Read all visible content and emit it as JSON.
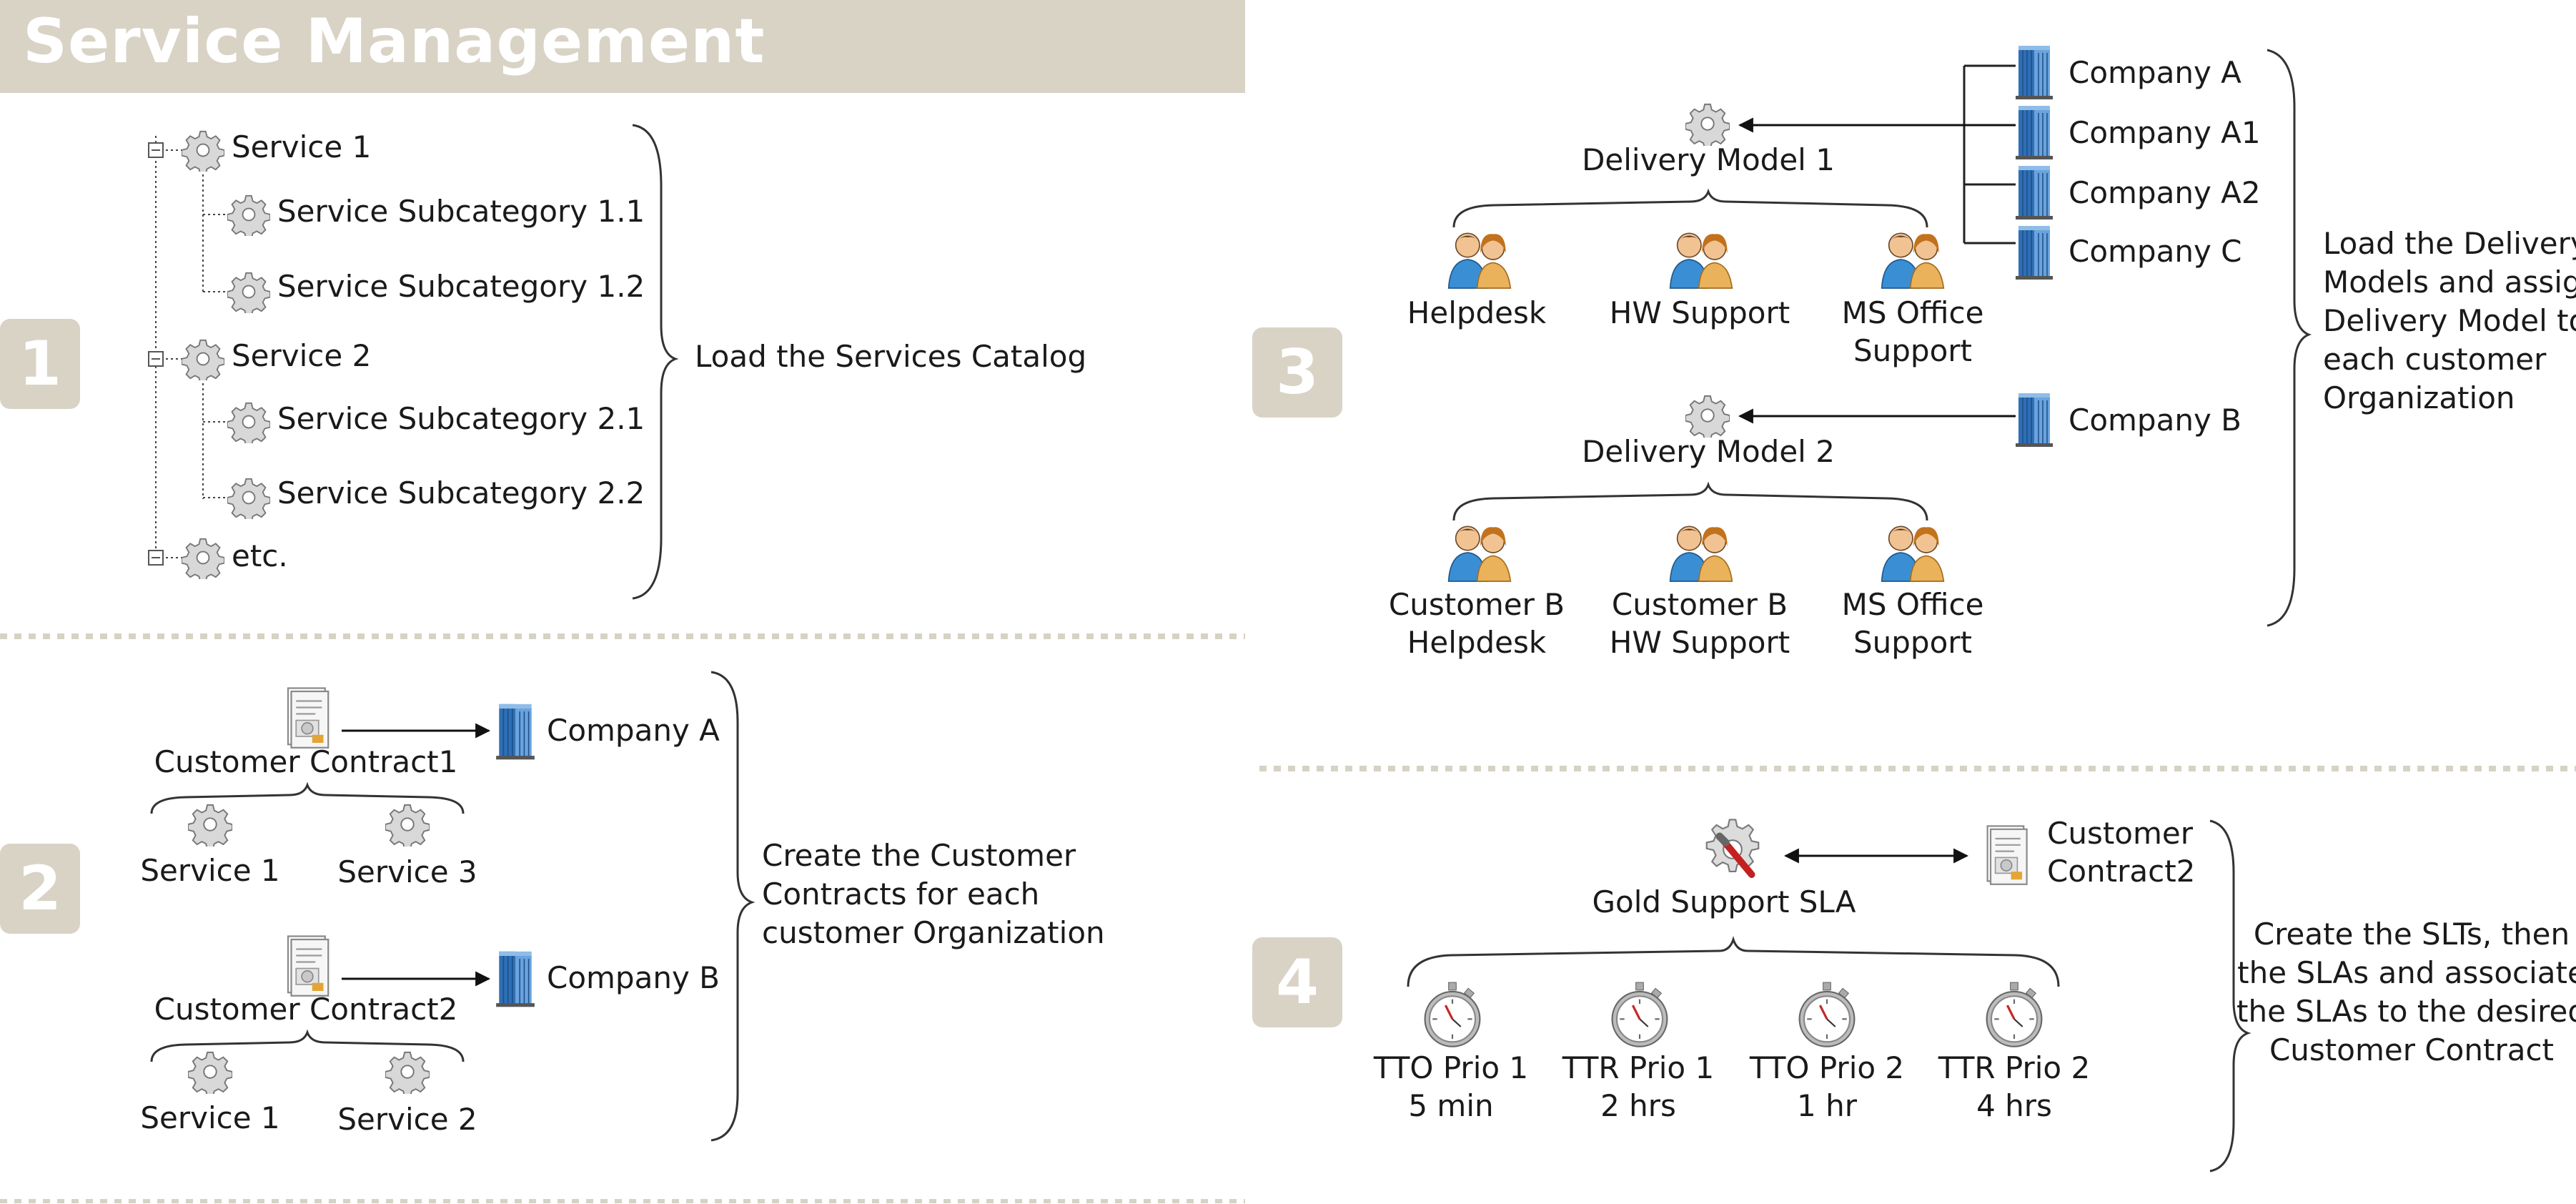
{
  "title": "Service Management",
  "steps": {
    "one": "1",
    "two": "2",
    "three": "3",
    "four": "4"
  },
  "section1": {
    "tree": [
      "Service 1",
      "Service Subcategory 1.1",
      "Service Subcategory 1.2",
      "Service 2",
      "Service Subcategory 2.1",
      "Service Subcategory 2.2",
      "etc."
    ],
    "description": "Load the Services Catalog"
  },
  "section2": {
    "contract1": {
      "label": "Customer Contract1",
      "company": "Company A",
      "services": [
        "Service 1",
        "Service 3"
      ]
    },
    "contract2": {
      "label": "Customer Contract2",
      "company": "Company B",
      "services": [
        "Service 1",
        "Service 2"
      ]
    },
    "description": [
      "Create the Customer",
      "Contracts for each",
      "customer Organization"
    ]
  },
  "section3": {
    "model1": "Delivery Model 1",
    "model1_teams": [
      [
        "Helpdesk"
      ],
      [
        "HW Support"
      ],
      [
        "MS Office",
        "Support"
      ]
    ],
    "model1_companies": [
      "Company A",
      "Company A1",
      "Company A2",
      "Company C"
    ],
    "model2": "Delivery Model 2",
    "model2_teams": [
      [
        "Customer B",
        "Helpdesk"
      ],
      [
        "Customer B",
        "HW Support"
      ],
      [
        "MS Office",
        "Support"
      ]
    ],
    "model2_company": "Company B",
    "description": [
      "Load the Delivery",
      "Models and assign",
      "Delivery Model to",
      "each customer",
      "Organization"
    ]
  },
  "section4": {
    "sla": "Gold Support SLA",
    "contract": [
      "Customer",
      "Contract2"
    ],
    "slts": [
      [
        "TTO Prio 1",
        "5 min"
      ],
      [
        "TTR Prio 1",
        "2 hrs"
      ],
      [
        "TTO Prio 2",
        "1 hr"
      ],
      [
        "TTR Prio 2",
        "4 hrs"
      ]
    ],
    "description": [
      "Create the SLTs, then",
      "the SLAs and associate",
      "the SLAs to the desired",
      "Customer Contract"
    ]
  },
  "colors": {
    "banner": "#d9d3c6",
    "divider": "#d6d2c4",
    "building": "#3d7ec4"
  },
  "icons": [
    "gear-icon",
    "contract-icon",
    "building-icon",
    "team-icon",
    "stopwatch-icon",
    "sla-gear-icon",
    "tree-collapse-icon"
  ]
}
